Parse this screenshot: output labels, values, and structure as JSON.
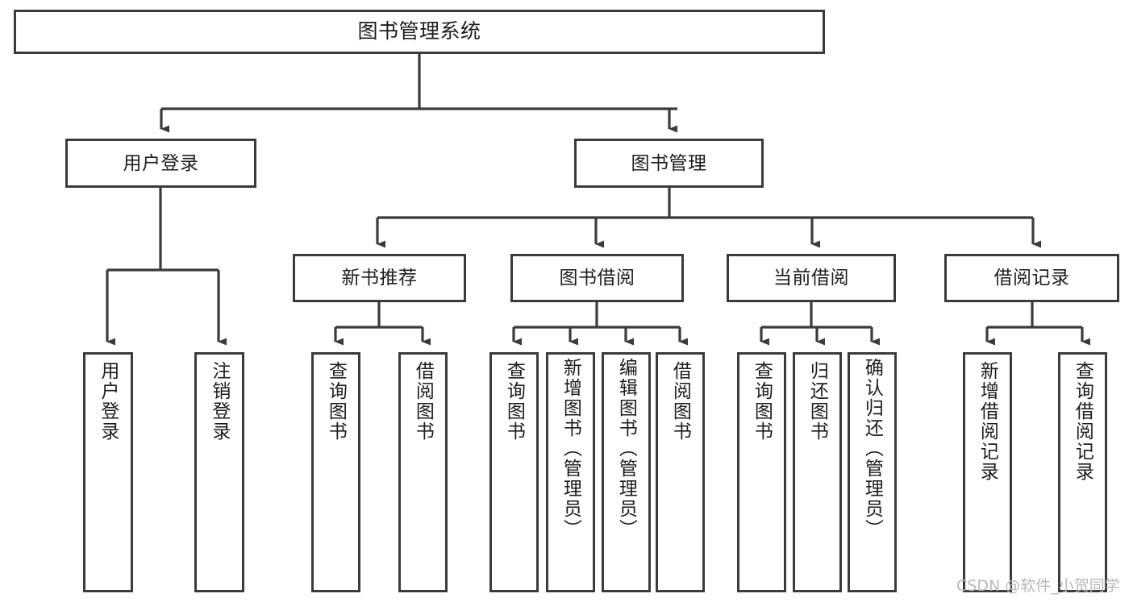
{
  "diagram": {
    "title": "图书管理系统",
    "type": "functional-structure-tree",
    "watermark": "CSDN @软件_小贺同学",
    "colors": {
      "stroke": "#3b3b3b",
      "fill": "#ffffff",
      "text": "#1d1d1d",
      "watermark": "#b9b9b9"
    },
    "nodes": {
      "root": {
        "label": "图书管理系统"
      },
      "level2": [
        {
          "id": "user-login",
          "label": "用户登录"
        },
        {
          "id": "book-manage",
          "label": "图书管理"
        }
      ],
      "level3": [
        {
          "id": "new-book-recommend",
          "label": "新书推荐"
        },
        {
          "id": "book-borrow",
          "label": "图书借阅"
        },
        {
          "id": "current-borrow",
          "label": "当前借阅"
        },
        {
          "id": "borrow-record",
          "label": "借阅记录"
        }
      ],
      "leaves": [
        {
          "id": "leaf-user-login",
          "label": "用户登录",
          "parent": "user-login"
        },
        {
          "id": "leaf-logout",
          "label": "注销登录",
          "parent": "user-login"
        },
        {
          "id": "leaf-query-book-1",
          "label": "查询图书",
          "parent": "new-book-recommend"
        },
        {
          "id": "leaf-borrow-book-1",
          "label": "借阅图书",
          "parent": "new-book-recommend"
        },
        {
          "id": "leaf-query-book-2",
          "label": "查询图书",
          "parent": "book-borrow"
        },
        {
          "id": "leaf-add-book",
          "label": "新增图书（管理员）",
          "parent": "book-borrow"
        },
        {
          "id": "leaf-edit-book",
          "label": "编辑图书（管理员）",
          "parent": "book-borrow"
        },
        {
          "id": "leaf-borrow-book-2",
          "label": "借阅图书",
          "parent": "book-borrow"
        },
        {
          "id": "leaf-query-book-3",
          "label": "查询图书",
          "parent": "current-borrow"
        },
        {
          "id": "leaf-return-book",
          "label": "归还图书",
          "parent": "current-borrow"
        },
        {
          "id": "leaf-confirm-return",
          "label": "确认归还（管理员）",
          "parent": "current-borrow"
        },
        {
          "id": "leaf-add-record",
          "label": "新增借阅记录",
          "parent": "borrow-record"
        },
        {
          "id": "leaf-query-record",
          "label": "查询借阅记录",
          "parent": "borrow-record"
        }
      ]
    }
  }
}
